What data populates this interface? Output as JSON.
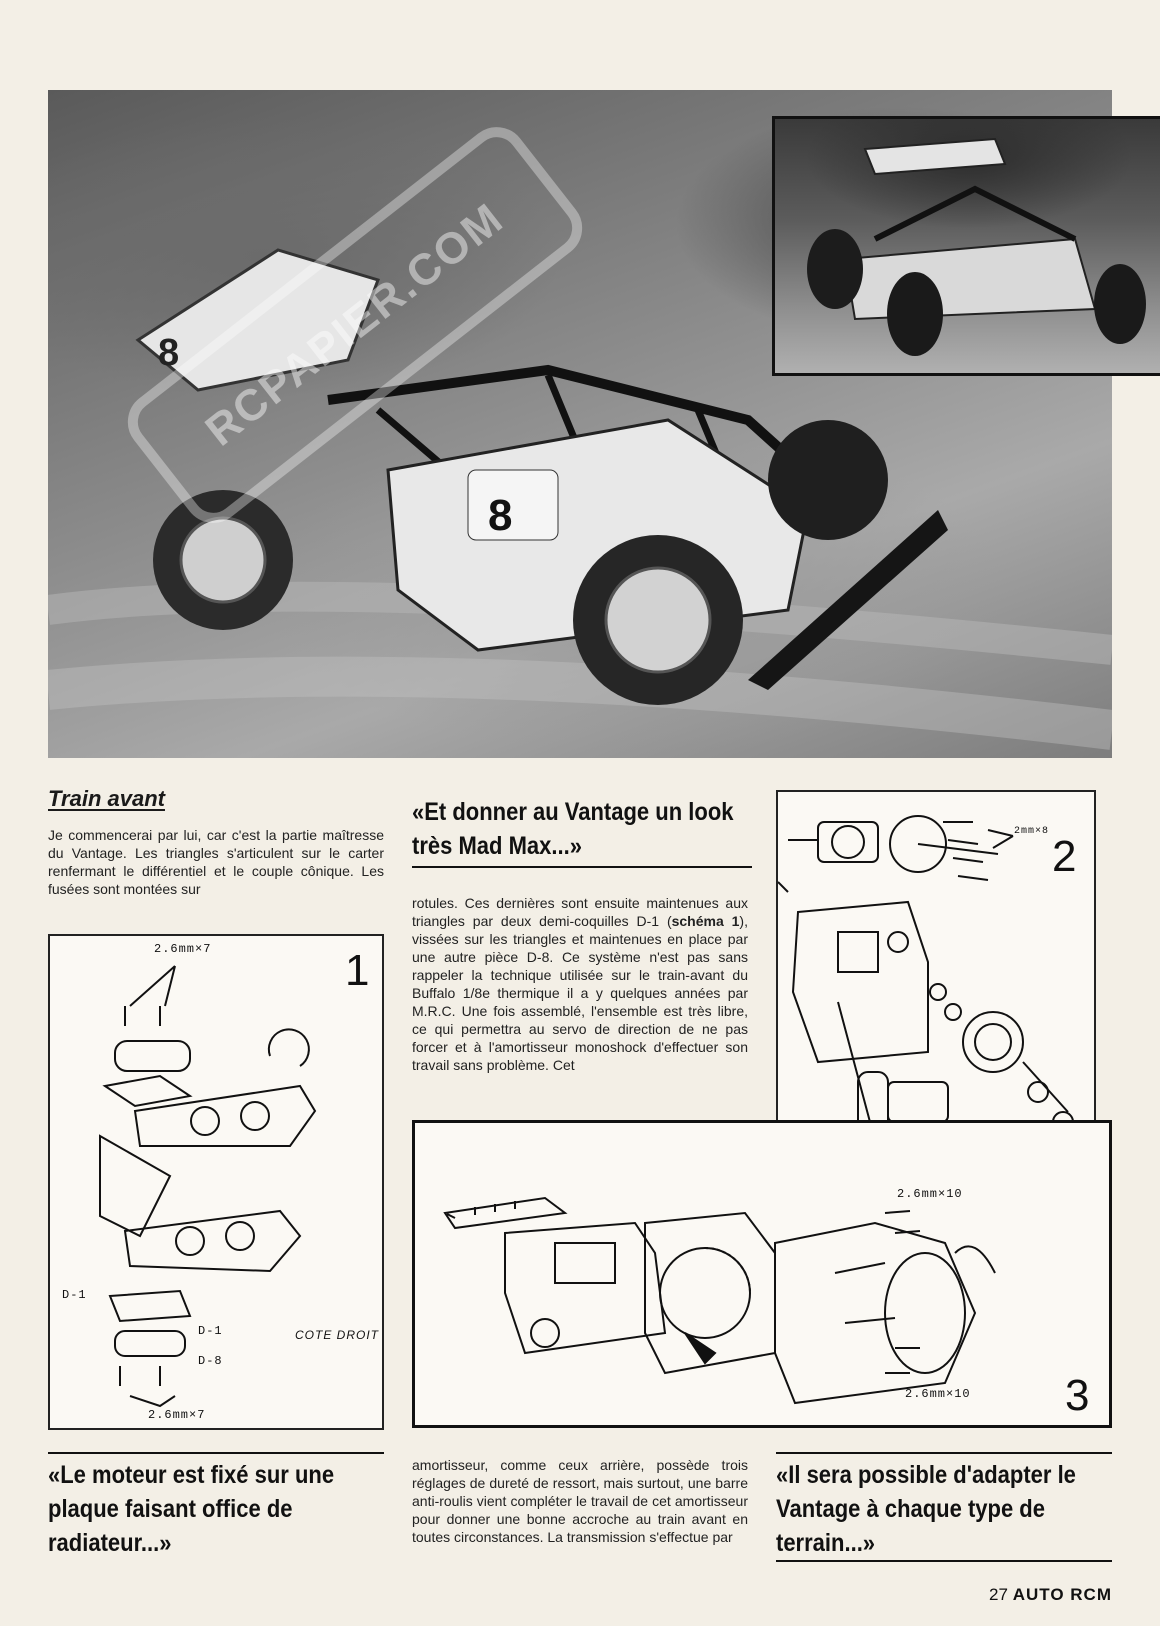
{
  "photos": {
    "watermark": "RCPAPIER.COM"
  },
  "sections": {
    "heading": "Train avant",
    "col1_text": "Je commencerai par lui, car c'est la partie maîtresse du Vantage. Les triangles s'articulent sur le carter renfermant le différentiel et le couple cônique. Les fusées sont montées sur",
    "col2_text_a": "rotules. Ces dernières sont ensuite maintenues aux triangles par deux demi-coquilles D-1 (",
    "col2_text_bold": "schéma 1",
    "col2_text_b": "), vissées sur les triangles et maintenues en place par une autre pièce D-8. Ce système n'est pas sans rappeler la technique utilisée sur le train-avant du Buffalo 1/8e thermique il a y quelques années par M.R.C. Une fois assemblé, l'ensemble est très libre, ce qui permettra au servo de direction de ne pas forcer et à l'amortisseur monoshock d'effectuer son travail sans problème. Cet",
    "col2_bottom_text": "amortisseur, comme ceux arrière, possède trois réglages de dureté de ressort, mais surtout, une barre anti-roulis vient compléter le travail de cet amortisseur pour donner une bonne accroche au train avant en toutes circonstances. La transmission s'effectue par"
  },
  "quotes": {
    "q1": "«Et donner au Vantage un look très Mad Max...»",
    "q2": "«Le moteur est fixé sur une plaque faisant office de radiateur...»",
    "q3": "«Il sera possible d'adapter le Vantage à chaque type de terrain...»"
  },
  "figures": {
    "fig1": {
      "number": "1",
      "label_top": "2.6mm×7",
      "label_bottom": "2.6mm×7",
      "label_d1a": "D-1",
      "label_d1b": "D-1",
      "label_d8": "D-8",
      "label_side": "COTE DROIT"
    },
    "fig2": {
      "number": "2",
      "label_screws": "2mm×8"
    },
    "fig3": {
      "number": "3",
      "label_top": "2.6mm×10",
      "label_bottom": "2.6mm×10"
    }
  },
  "footer": {
    "page": "27",
    "magazine": "AUTO RCM"
  }
}
